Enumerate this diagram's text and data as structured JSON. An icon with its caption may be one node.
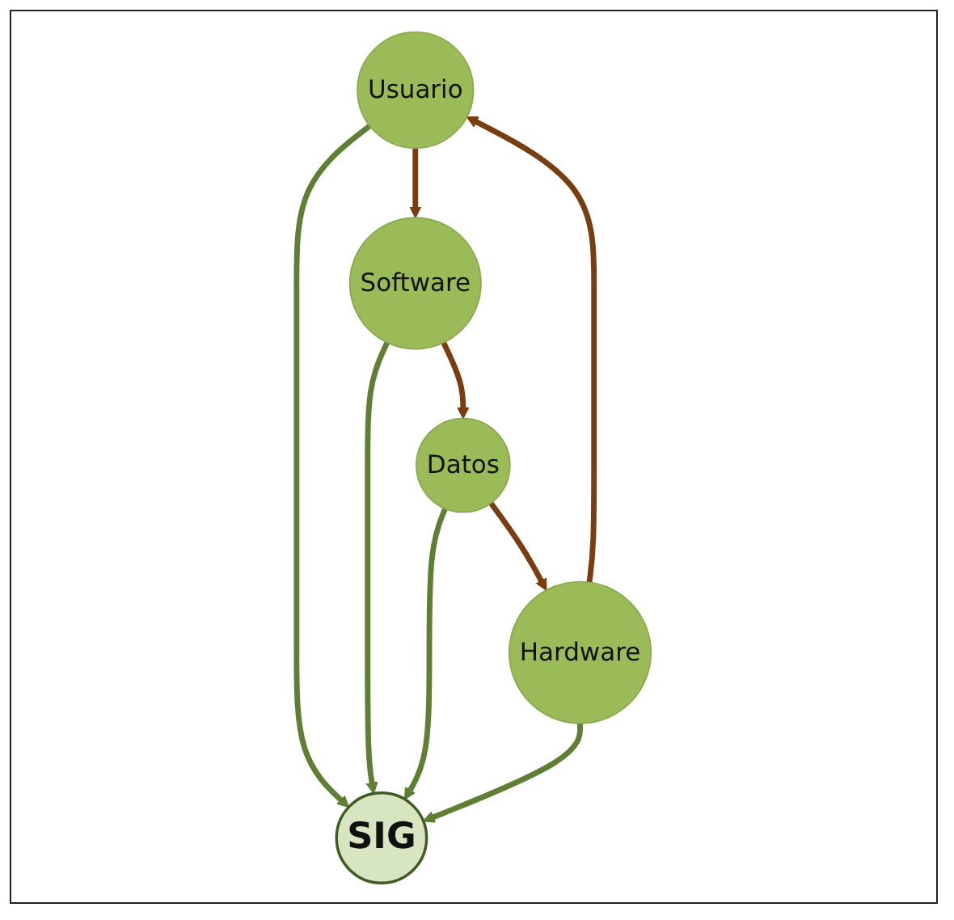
{
  "diagram": {
    "nodes": [
      {
        "text": [
          "Usuario"
        ]
      },
      {
        "text": [
          "Hardware"
        ]
      },
      {
        "text": [
          "SIG"
        ]
      },
      {
        "text": [
          "Software"
        ]
      },
      {
        "text": [
          "Datos"
        ]
      }
    ],
    "edges": [
      {
        "from": 0,
        "to": 2,
        "arrow": "to",
        "color": "#5f7f35"
      },
      {
        "from": 1,
        "to": 2,
        "arrow": "to",
        "color": "#5f7f35"
      },
      {
        "from": 3,
        "to": 2,
        "arrow": "to",
        "color": "#5f7f35"
      },
      {
        "from": 4,
        "to": 2,
        "arrow": "to",
        "color": "#5f7f35"
      },
      {
        "from": 1,
        "to": 0,
        "arrow": "to",
        "color": "#7a3d10"
      },
      {
        "from": 0,
        "to": 3,
        "arrow": "to",
        "color": "#7a3d10"
      },
      {
        "from": 3,
        "to": 4,
        "arrow": "to",
        "color": "#7a3d10"
      },
      {
        "from": 4,
        "to": 1,
        "arrow": "to",
        "color": "#7a3d10"
      }
    ]
  }
}
